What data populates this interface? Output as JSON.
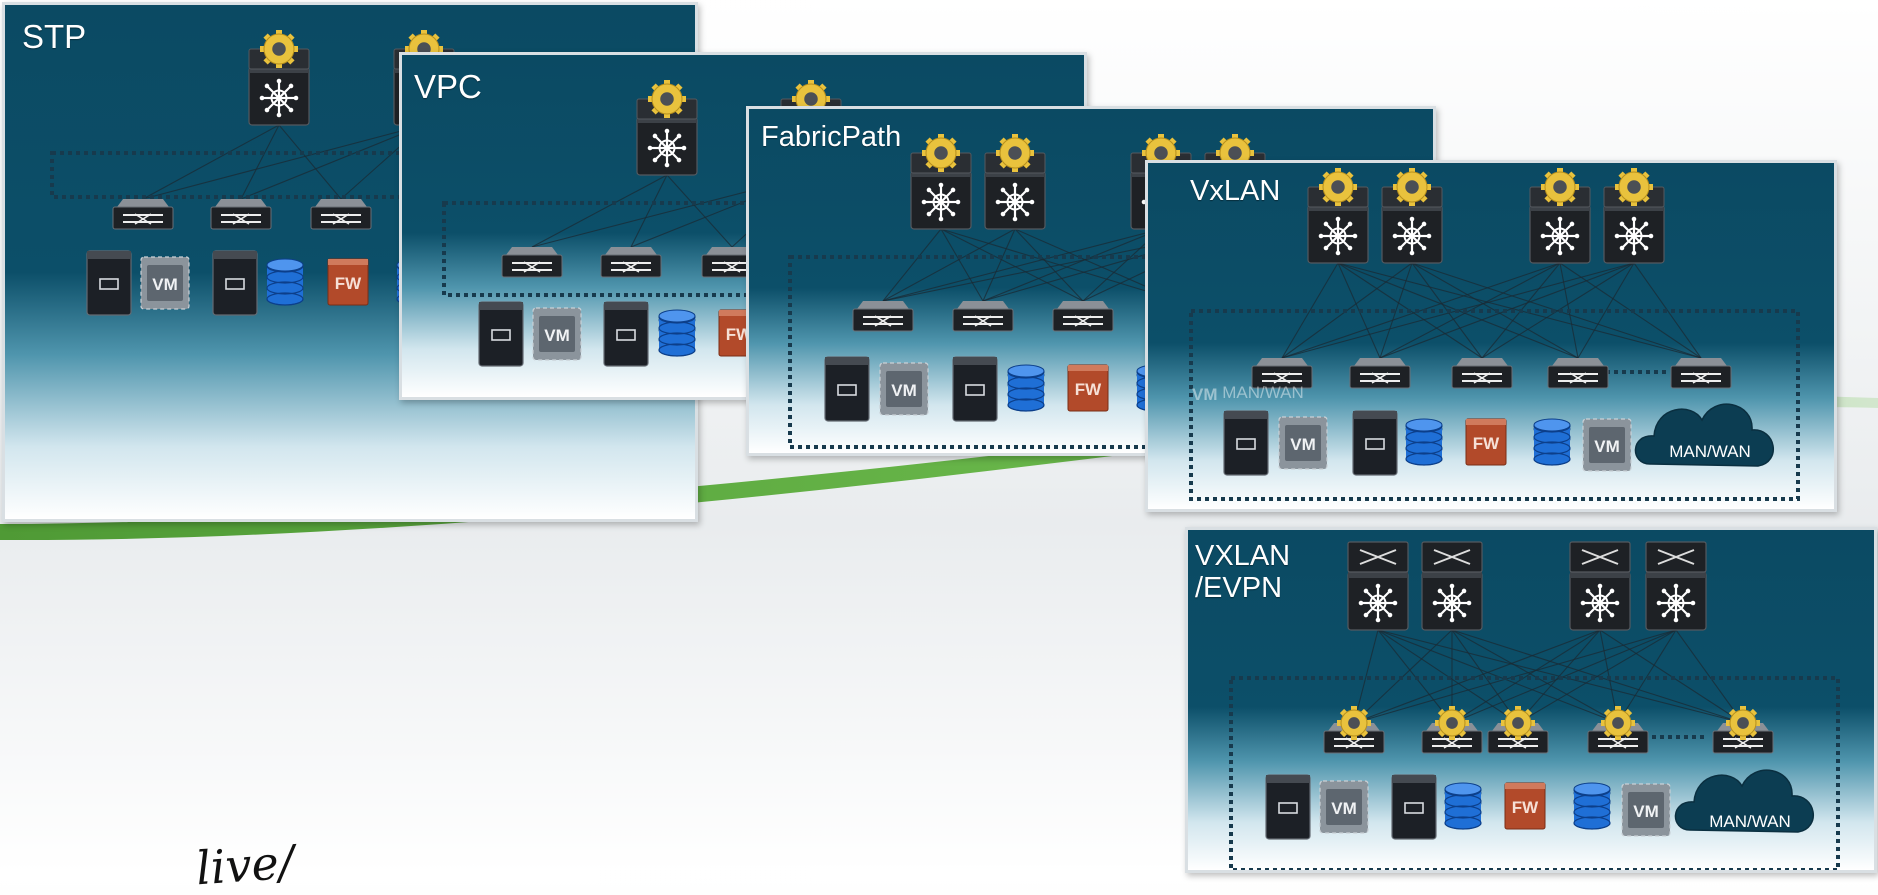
{
  "panels": {
    "stp": {
      "title": "STP"
    },
    "vpc": {
      "title": "VPC"
    },
    "fabricpath": {
      "title": "FabricPath"
    },
    "vxlan": {
      "title": "VxLAN",
      "cloud_label": "MAN/WAN",
      "ghost_cloud_label": "MAN/WAN",
      "ghost_vm_label": "VM"
    },
    "vxlan_evpn": {
      "title": "VXLAN\n/EVPN",
      "cloud_label": "MAN/WAN"
    }
  },
  "labels": {
    "vm": "VM",
    "fw": "FW"
  },
  "watermark": "live/",
  "colors": {
    "panel_dark": "#0b4a63",
    "swoosh": "#5aa83c",
    "switch": "#1e2125",
    "storage": "#1f6fd6",
    "firewall": "#b24a2a",
    "gear": "#e9c23d"
  },
  "icons": [
    "spine-switch-icon",
    "gear-icon",
    "leaf-switch-icon",
    "server-icon",
    "vm-icon",
    "storage-icon",
    "firewall-icon",
    "cloud-icon"
  ]
}
